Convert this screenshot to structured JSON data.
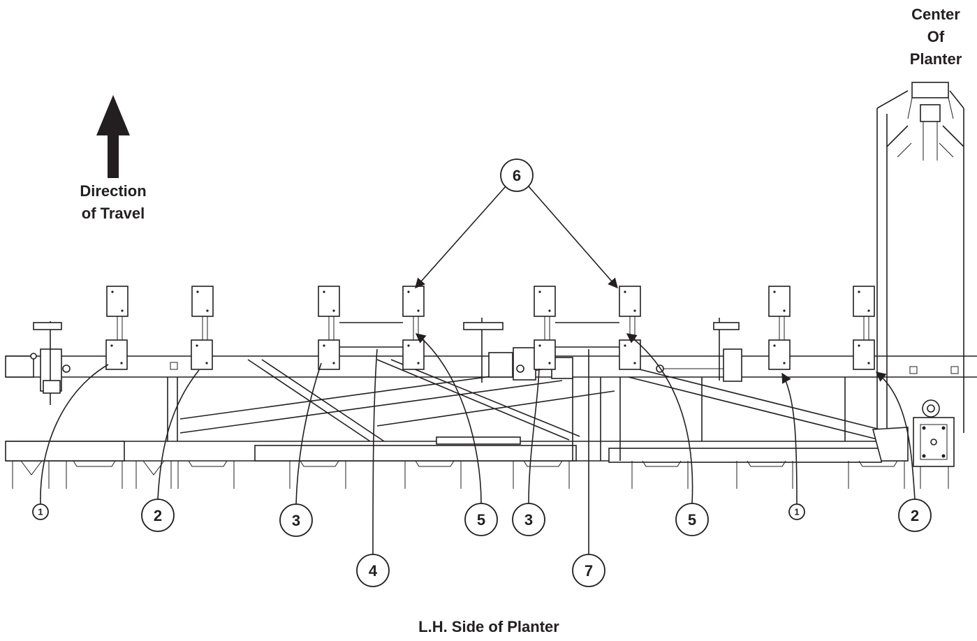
{
  "labels": {
    "center_of_planter": [
      "Center",
      "Of",
      "Planter"
    ],
    "direction_of_travel": [
      "Direction",
      "of Travel"
    ],
    "caption": "L.H. Side of Planter"
  },
  "callouts": [
    "1",
    "2",
    "3",
    "4",
    "5",
    "3",
    "5",
    "1",
    "2",
    "6",
    "7"
  ],
  "colors": {
    "ink": "#231f20",
    "background": "#ffffff"
  }
}
